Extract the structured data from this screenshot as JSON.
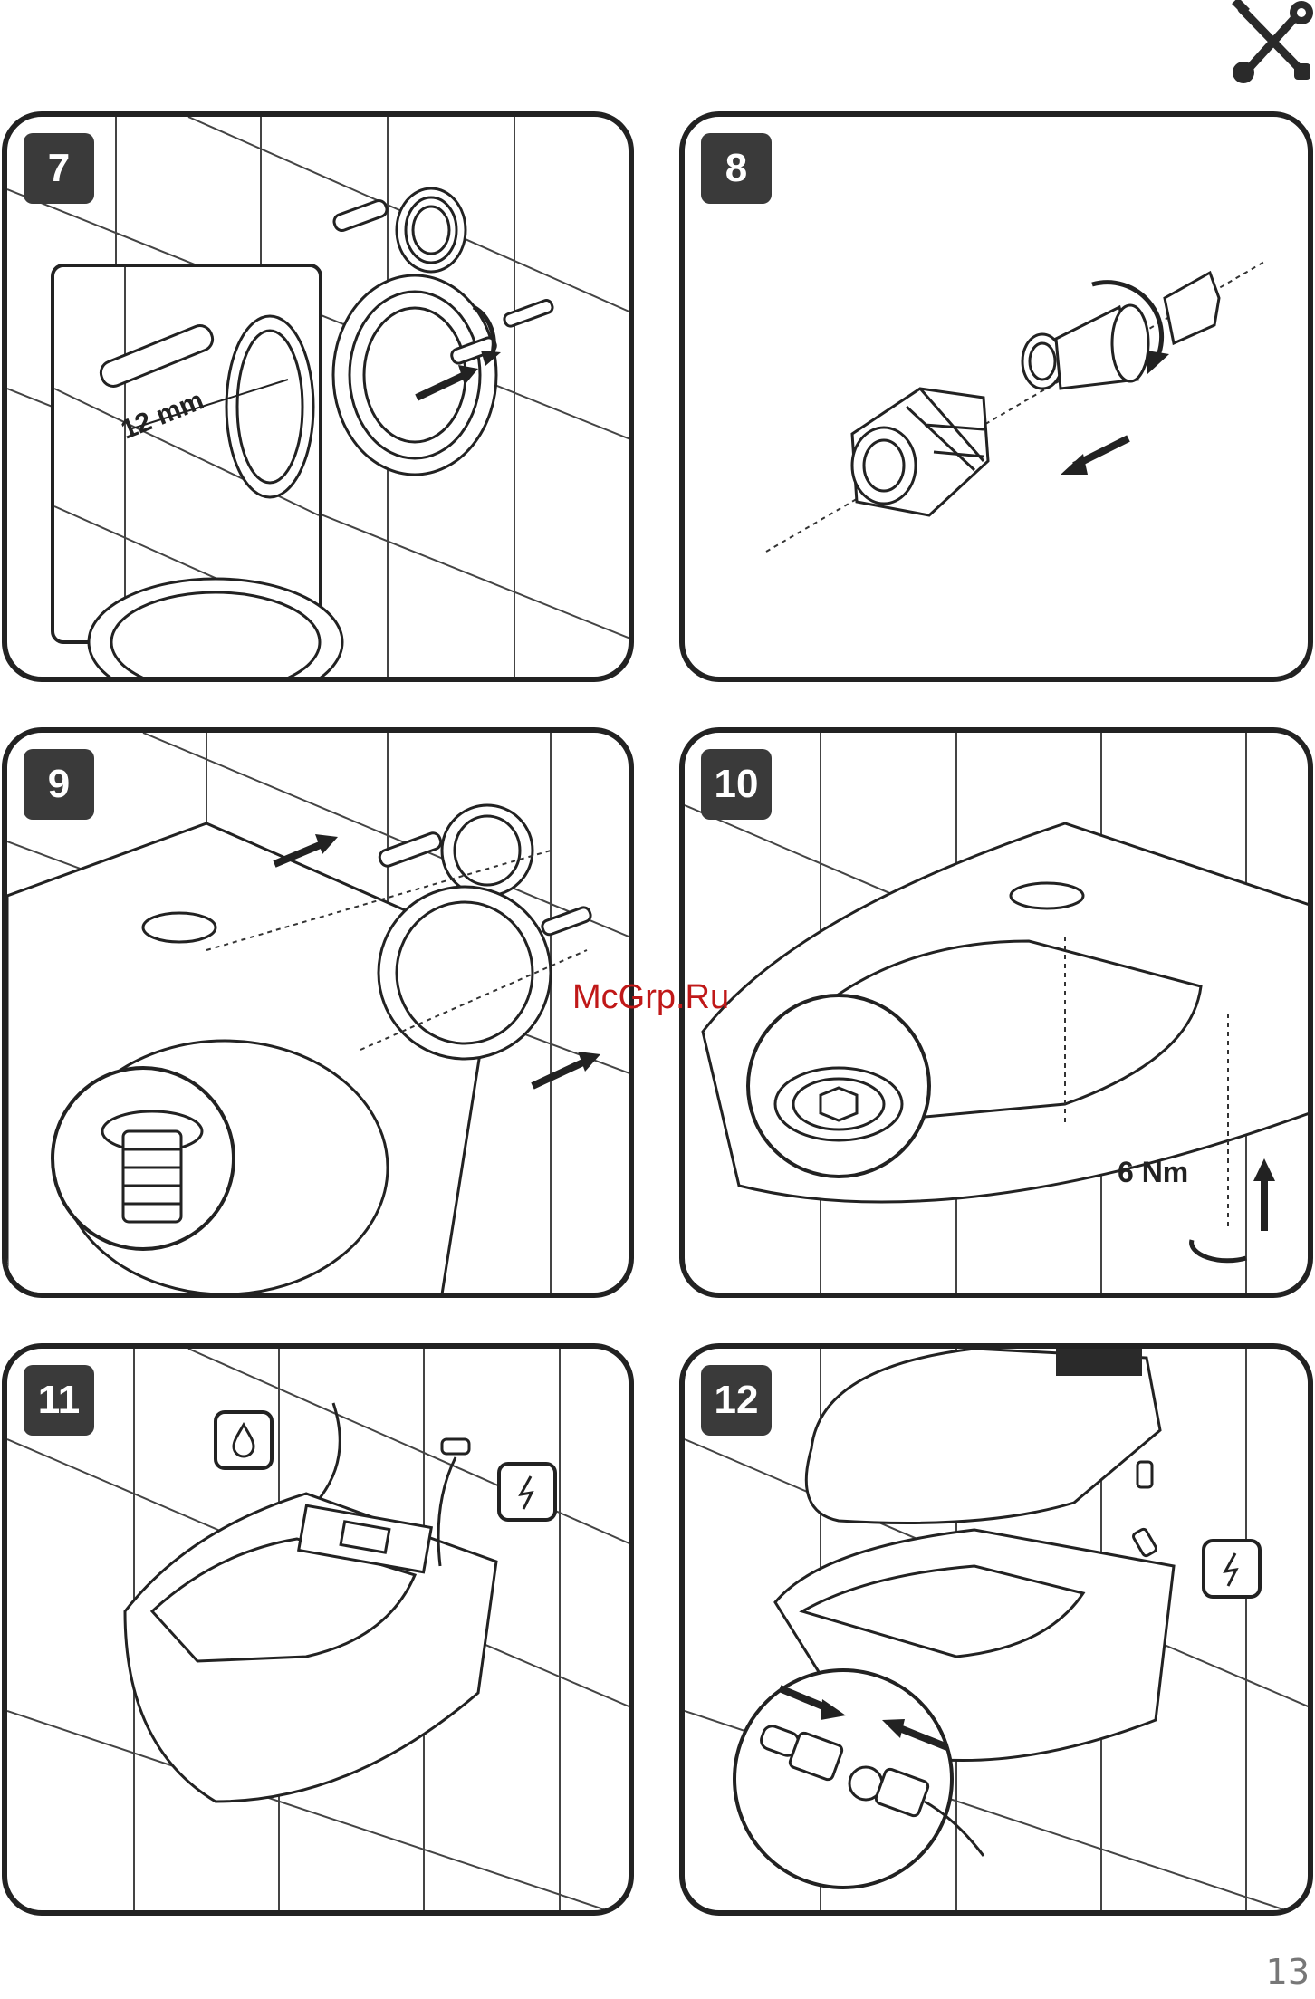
{
  "page": {
    "page_number": "13",
    "watermark": "McGrp.Ru",
    "icon": "tools-icon"
  },
  "steps": [
    {
      "number": "7",
      "callout": "12 mm"
    },
    {
      "number": "8"
    },
    {
      "number": "9"
    },
    {
      "number": "10",
      "callout": "6 Nm"
    },
    {
      "number": "11",
      "symbols": [
        "water-drop-icon",
        "lightning-icon"
      ]
    },
    {
      "number": "12",
      "symbols": [
        "lightning-icon"
      ]
    }
  ]
}
